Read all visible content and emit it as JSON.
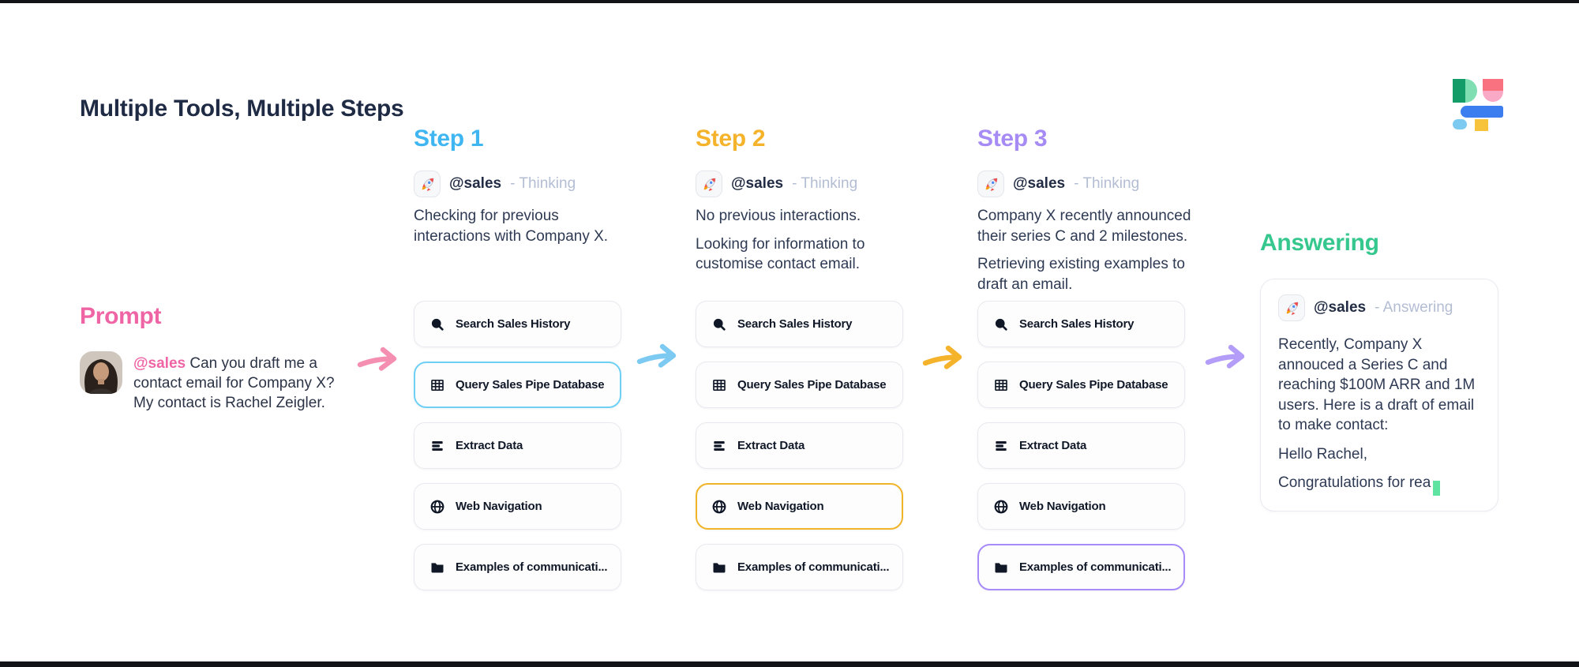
{
  "title": "Multiple Tools, Multiple Steps",
  "logo_colors": {
    "green": "#149c68",
    "mint": "#7fdfb2",
    "coral": "#f8727f",
    "pink": "#f9a8c6",
    "blue": "#3c7df0",
    "sky": "#7cc9f2",
    "yellow": "#f8c33c"
  },
  "prompt": {
    "heading": "Prompt",
    "accent": "#ef64a5",
    "mention": "@sales",
    "message": "Can you draft me a contact email for Company X? My contact is Rachel Zeigler."
  },
  "steps": [
    {
      "heading": "Step 1",
      "accent": "#3fb6f1",
      "agent": "@sales",
      "status": "- Thinking",
      "thoughts": [
        "Checking for previous interactions with Company X."
      ],
      "highlight_index": 1,
      "highlight_color": "#6fd0f5",
      "arrow_color": "#f48fb1"
    },
    {
      "heading": "Step 2",
      "accent": "#f5b32b",
      "agent": "@sales",
      "status": "- Thinking",
      "thoughts": [
        "No previous interactions.",
        "Looking for information to customise contact email."
      ],
      "highlight_index": 3,
      "highlight_color": "#f0b429",
      "arrow_color": "#7cc9f2"
    },
    {
      "heading": "Step 3",
      "accent": "#a78bf5",
      "agent": "@sales",
      "status": "- Thinking",
      "thoughts": [
        "Company X recently announced their series C and 2 milestones.",
        "Retrieving existing examples to draft an email."
      ],
      "highlight_index": 4,
      "highlight_color": "#a78bfa",
      "arrow_color": "#f5b32b"
    }
  ],
  "tools": [
    {
      "label": "Search Sales History",
      "icon": "search-icon"
    },
    {
      "label": "Query Sales Pipe Database",
      "icon": "table-icon"
    },
    {
      "label": "Extract Data",
      "icon": "rows-icon"
    },
    {
      "label": "Web Navigation",
      "icon": "globe-icon"
    },
    {
      "label": "Examples of communicati...",
      "icon": "folder-icon"
    }
  ],
  "answering": {
    "heading": "Answering",
    "accent": "#35c78d",
    "agent": "@sales",
    "status": "- Answering",
    "arrow_color": "#b39df8",
    "paragraphs": [
      "Recently, Company X annouced a Series C and reaching $100M ARR and 1M users. Here is a draft of email to make contact:",
      "Hello Rachel,",
      "Congratulations for rea"
    ],
    "cursor_color": "#5fe3a1"
  }
}
